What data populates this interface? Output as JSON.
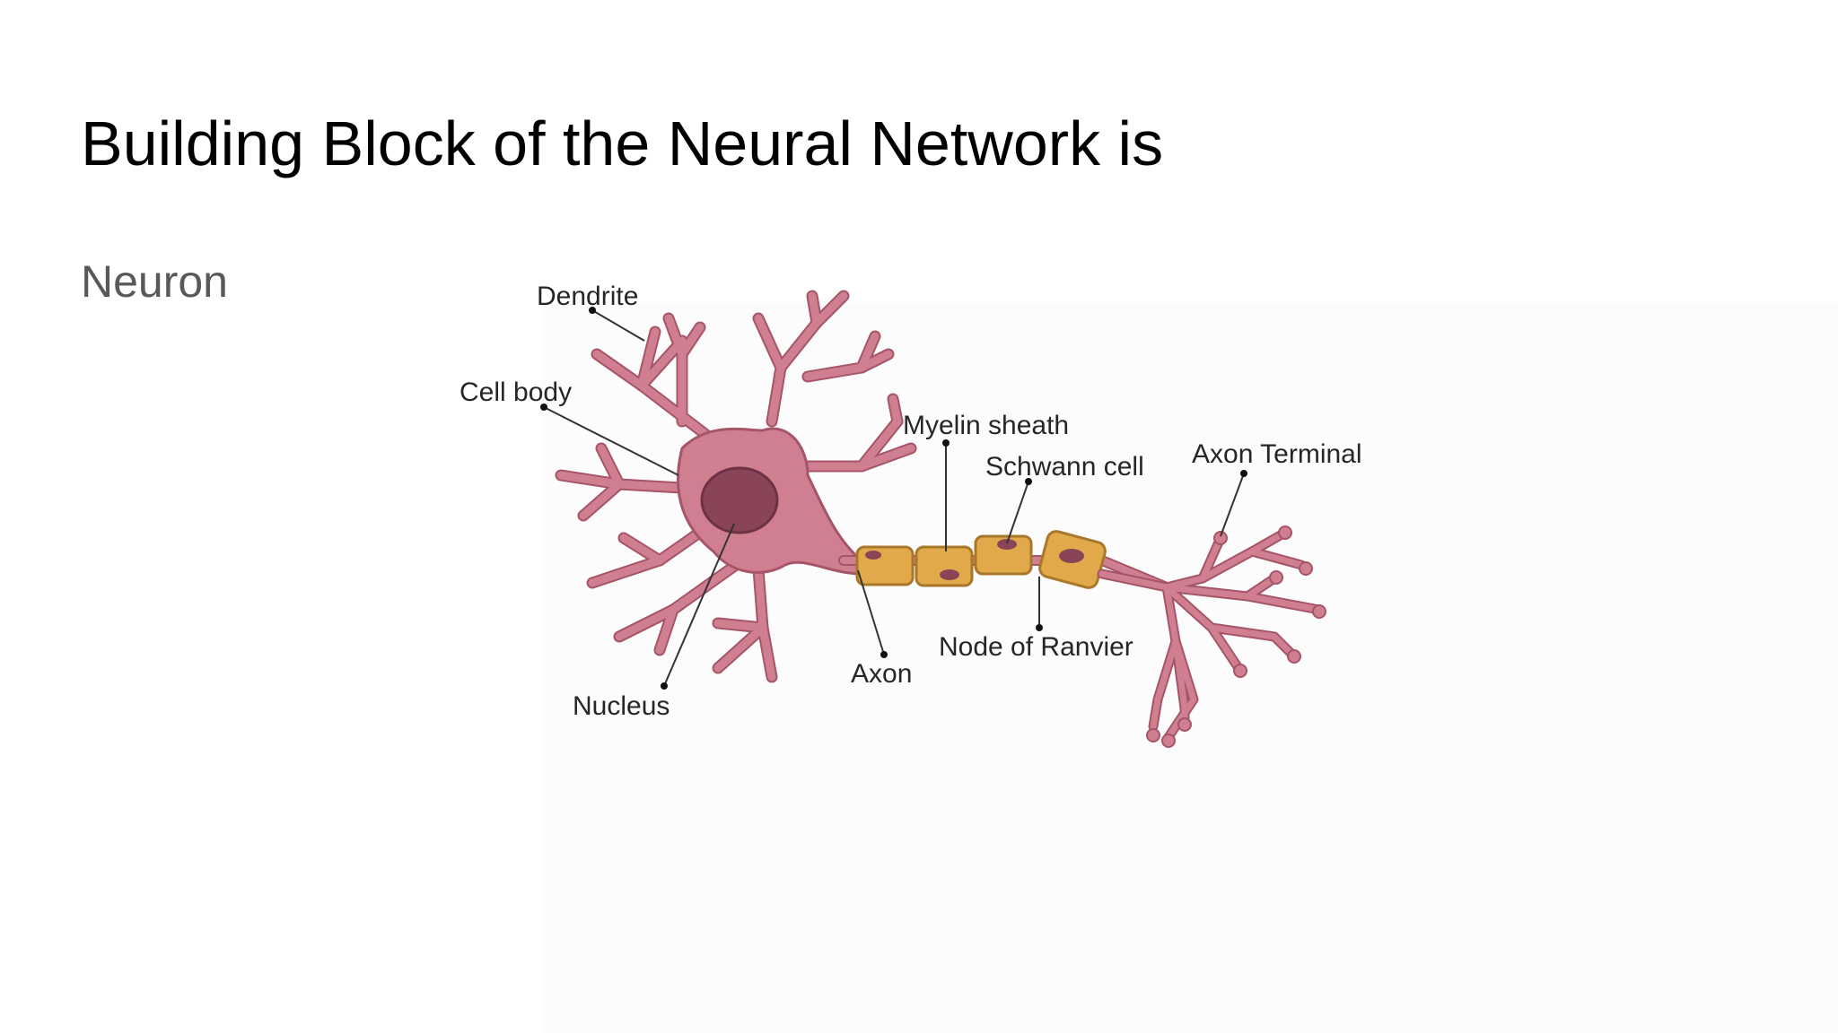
{
  "slide": {
    "title": "Building Block of the Neural Network is",
    "subtitle": "Neuron"
  },
  "diagram": {
    "labels": {
      "dendrite": "Dendrite",
      "cell_body": "Cell body",
      "nucleus": "Nucleus",
      "myelin_sheath": "Myelin sheath",
      "schwann_cell": "Schwann cell",
      "axon_terminal": "Axon Terminal",
      "node_of_ranvier": "Node of Ranvier",
      "axon": "Axon"
    },
    "colors": {
      "neuron_body": "#cf7f8f",
      "neuron_outline": "#a65568",
      "nucleus": "#8a4458",
      "myelin": "#e2a94a",
      "myelin_outline": "#a8782a"
    }
  }
}
